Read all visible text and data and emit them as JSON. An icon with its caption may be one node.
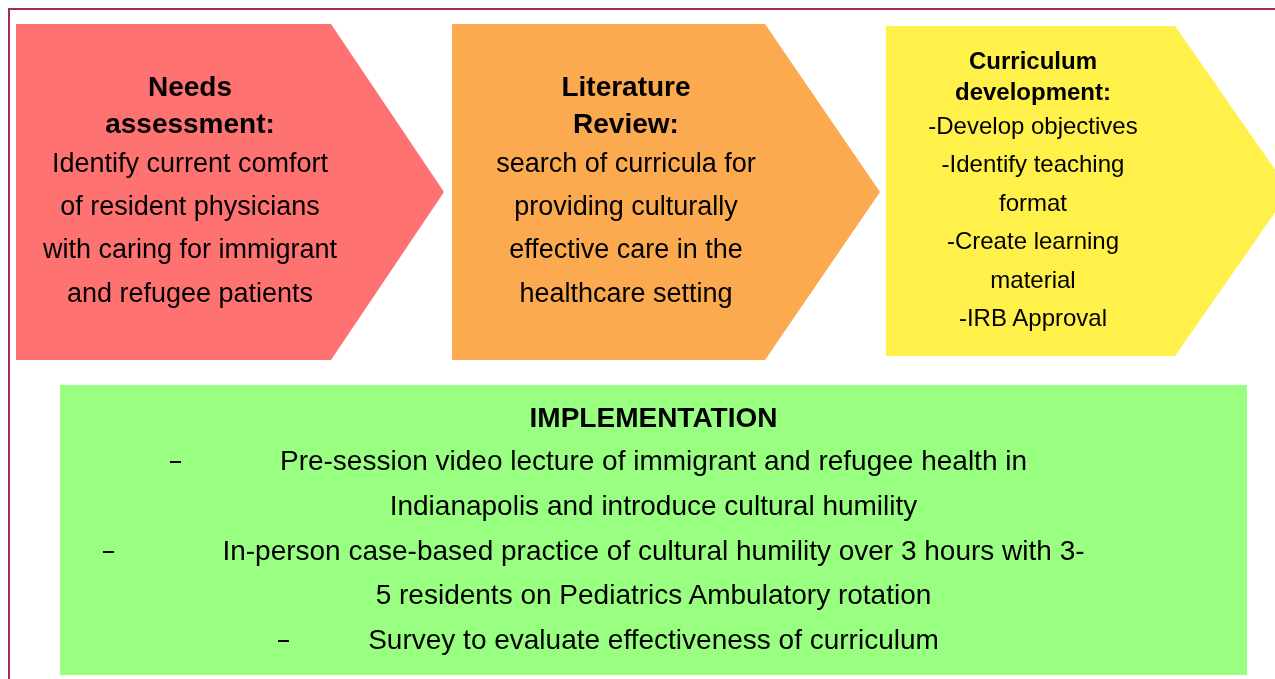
{
  "diagram": {
    "nodes": [
      {
        "text": [
          "Needs assessment:",
          "Identify current comfort of resident physicians with caring for immigrant and refugee patients"
        ]
      },
      {
        "text": [
          "Literature Review:",
          "search of curricula for providing culturally effective care in the healthcare setting"
        ]
      },
      {
        "text": [
          "Curriculum development:",
          "-Develop objectives",
          "-Identify teaching format",
          "-Create learning material",
          "-IRB Approval"
        ]
      },
      {
        "text": [
          "IMPLEMENTATION",
          "Pre-session video lecture of immigrant and refugee health in Indianapolis and introduce cultural humility",
          "In-person case-based practice of cultural humility over 3 hours with 3-5 residents on Pediatrics Ambulatory rotation",
          "Survey to evaluate effectiveness of curriculum"
        ]
      }
    ],
    "edges": []
  }
}
